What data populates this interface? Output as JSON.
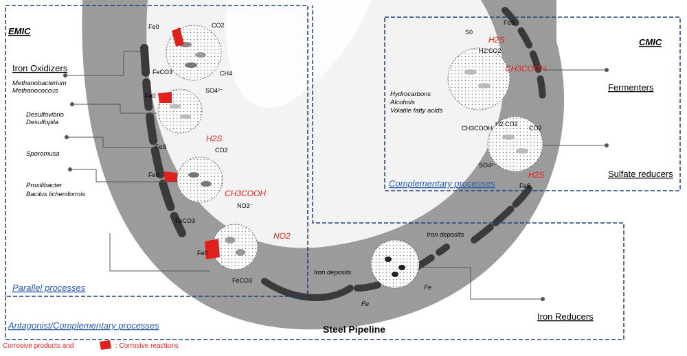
{
  "emic": {
    "title": "EMIC",
    "iron_oxidizers": "Iron Oxidizers",
    "methanogens": [
      "Methanobacterium",
      "Methanococcus"
    ],
    "sulfate_genera": [
      "Desulfovibrio",
      "Desulfopila"
    ],
    "acetogen": "Sporomusa",
    "nitrate_genera": [
      "Proxilibacter",
      "Bacilus licheniformis"
    ],
    "parallel": "Parallel processes"
  },
  "cmic": {
    "title": "CMIC",
    "fermenters": "Fermenters",
    "sulfate_reducers": "Sulfate reducers",
    "substrates": [
      "Hydrocarbons",
      "Alcohols",
      "Volatile fatty acids"
    ],
    "complementary": "Complementary processes"
  },
  "antagonist": "Antagonist/Complementary processes",
  "iron_reducers": "Iron Reducers",
  "pipeline_title": "Steel Pipeline",
  "chem": {
    "fe0": "Fe0",
    "co2": "CO2",
    "feco3": "FeCO3",
    "ch4": "CH4",
    "so4": "SO4²⁻",
    "fes": "FeS",
    "h2s": "H2S",
    "ch3cooh": "CH3COOH",
    "no3": "NO3⁻",
    "no2": "NO2",
    "s0": "S0",
    "h2co2": "H2:CO2",
    "ch3cooh_black": "CH3COOH",
    "iron_deposits": "Iron deposits",
    "fe": "Fe"
  },
  "legend": {
    "products": "Corrosive products and",
    "reactions": ": Corrosive reactions"
  }
}
